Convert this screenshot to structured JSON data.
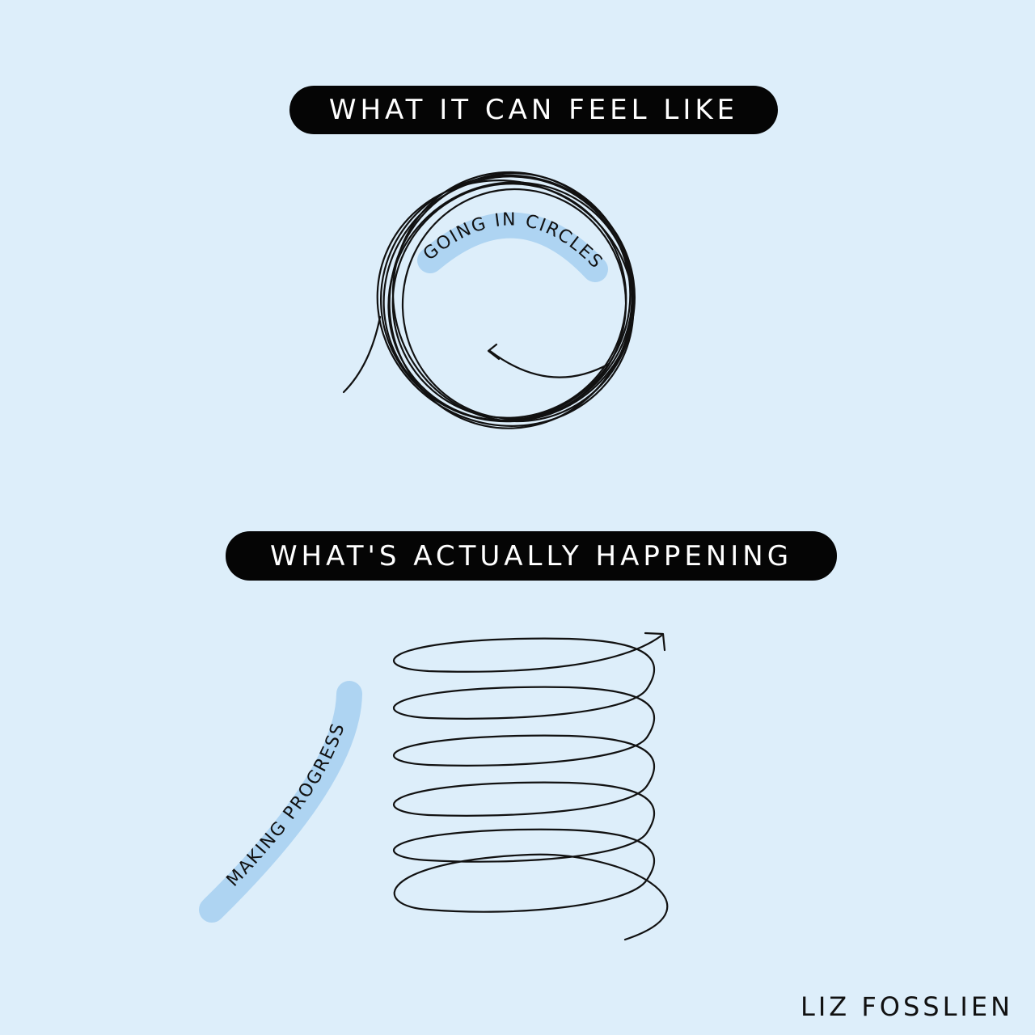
{
  "top_heading": "WHAT IT CAN FEEL LIKE",
  "circle_label": "GOING IN CIRCLES",
  "bottom_heading": "WHAT'S ACTUALLY HAPPENING",
  "spiral_label": "MAKING PROGRESS",
  "signature": "LIZ FOSSLIEN",
  "colors": {
    "background": "#ddeefa",
    "heading_pill": "#050505",
    "heading_text": "#ffffff",
    "label_highlight": "#aed4f2",
    "ink": "#111111"
  }
}
